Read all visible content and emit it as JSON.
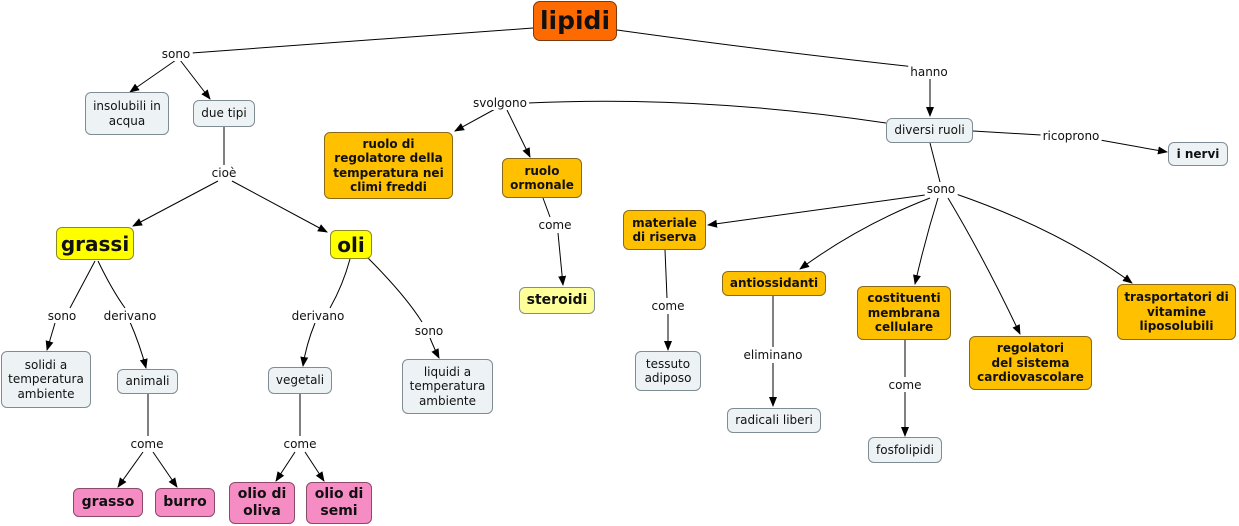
{
  "nodes": {
    "lipidi": "lipidi",
    "insolubili": "insolubili in\nacqua",
    "due_tipi": "due tipi",
    "grassi": "grassi",
    "oli": "oli",
    "solidi": "solidi a\ntemperatura\nambiente",
    "animali": "animali",
    "grasso": "grasso",
    "burro": "burro",
    "vegetali": "vegetali",
    "olio_oliva": "olio di\noliva",
    "olio_semi": "olio di\nsemi",
    "liquidi": "liquidi a\ntemperatura\nambiente",
    "ruolo_regolatore": "ruolo di\nregolatore della\ntemperatura nei\nclimi freddi",
    "ruolo_ormonale": "ruolo\normonale",
    "steroidi": "steroidi",
    "diversi_ruoli": "diversi ruoli",
    "i_nervi": "i nervi",
    "materiale_riserva": "materiale\ndi riserva",
    "tessuto_adiposo": "tessuto\nadiposo",
    "antiossidanti": "antiossidanti",
    "radicali_liberi": "radicali liberi",
    "costituenti": "costituenti\nmembrana\ncellulare",
    "fosfolipidi": "fosfolipidi",
    "regolatori": "regolatori\ndel sistema\ncardiovascolare",
    "trasportatori": "trasportatori di\nvitamine\nliposolubili"
  },
  "links": {
    "sono_1": "sono",
    "cioe": "cioè",
    "sono_2": "sono",
    "derivano_1": "derivano",
    "come_1": "come",
    "derivano_2": "derivano",
    "come_2": "come",
    "sono_3": "sono",
    "hanno": "hanno",
    "svolgono": "svolgono",
    "come_3": "come",
    "ricoprono": "ricoprono",
    "sono_4": "sono",
    "come_4": "come",
    "eliminano": "eliminano",
    "come_5": "come"
  }
}
